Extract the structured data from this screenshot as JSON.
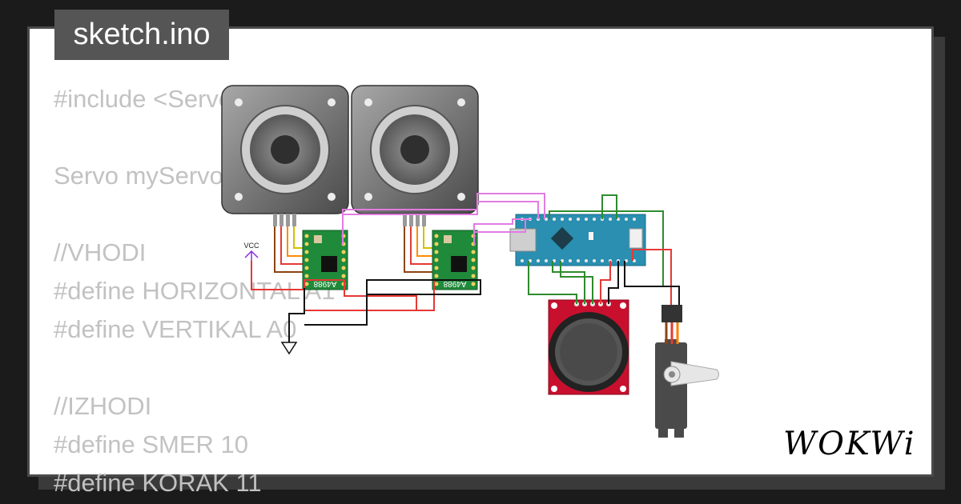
{
  "file_tab": {
    "label": "sketch.ino"
  },
  "code_lines": [
    "#include <Servo.h>",
    "",
    "Servo myServo;",
    "",
    "//VHODI",
    "#define HORIZONTAL A1",
    "#define VERTIKAL A0",
    "",
    "//IZHODI",
    "#define SMER 10",
    "#define KORAK 11"
  ],
  "circuit": {
    "vcc_label": "VCC",
    "driver_label": "A4988",
    "logo_text": "WOKWi",
    "components": [
      "stepper-motor",
      "stepper-motor",
      "a4988-driver",
      "a4988-driver",
      "arduino-nano",
      "analog-joystick",
      "servo"
    ],
    "wire_colors": {
      "power": "#e53935",
      "ground": "#111111",
      "signal": "#2e8b2e",
      "data": "#e27be2",
      "servo_signal": "#ff7f00"
    }
  }
}
